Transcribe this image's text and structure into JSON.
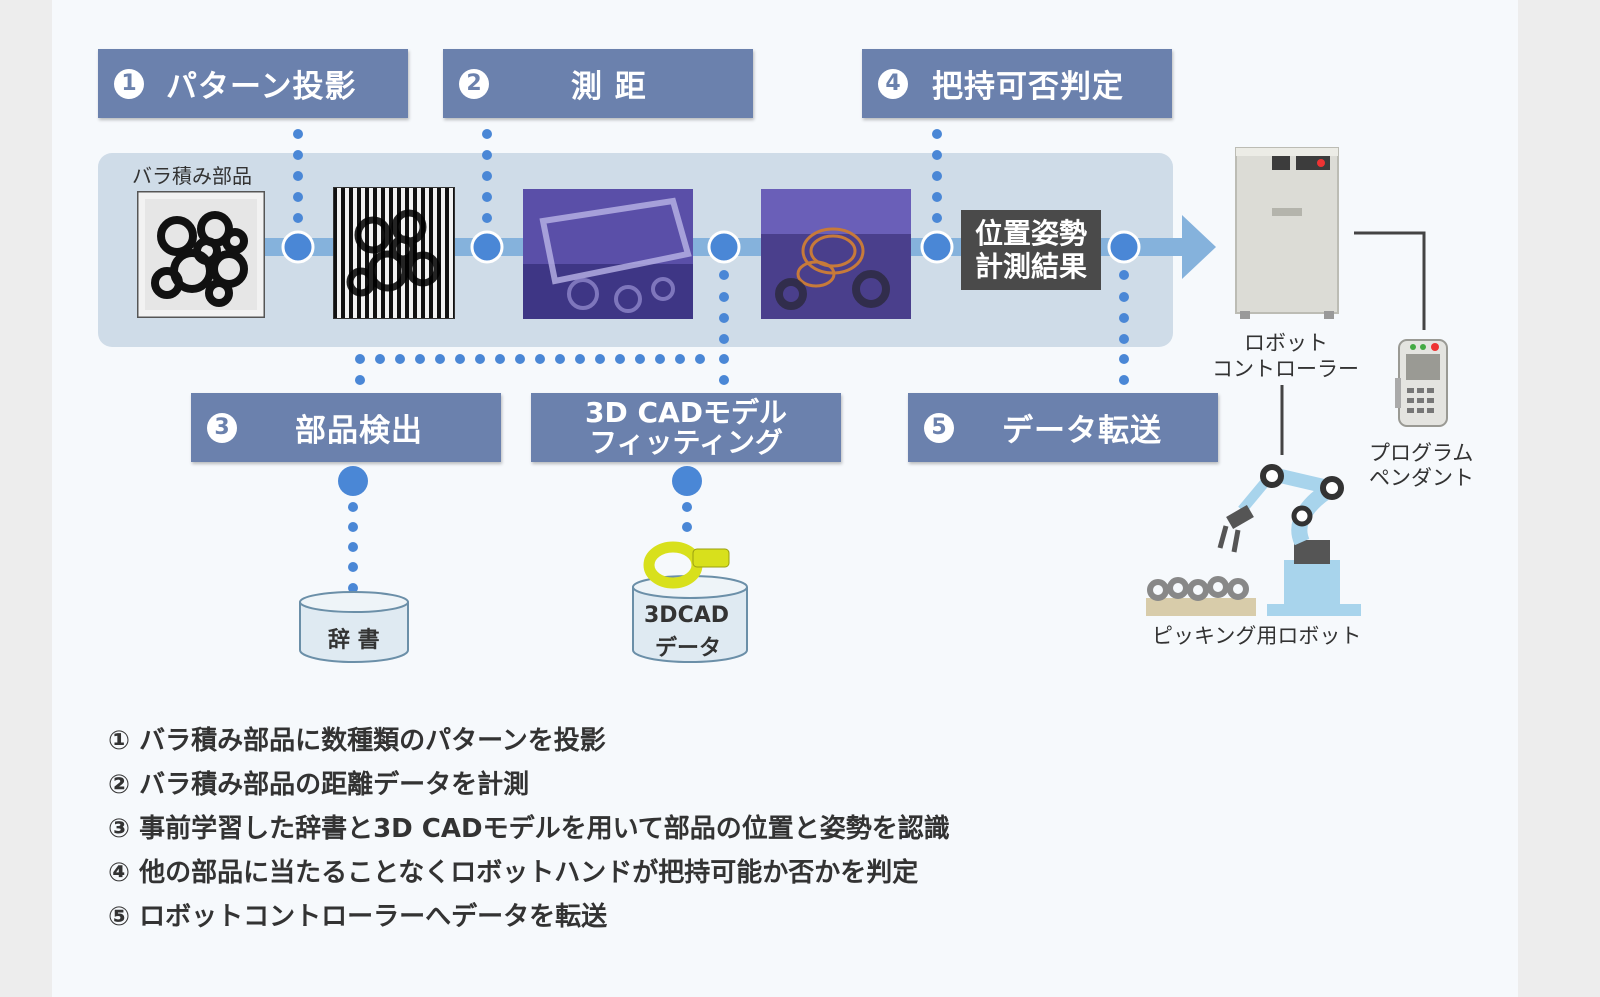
{
  "steps": {
    "s1": {
      "num": "1",
      "label": "パターン投影"
    },
    "s2": {
      "num": "2",
      "label": "測 距"
    },
    "s3": {
      "num": "3",
      "label": "部品検出"
    },
    "s4": {
      "num": "4",
      "label": "把持可否判定"
    },
    "s5": {
      "num": "5",
      "label": "データ転送"
    },
    "fit": {
      "line1": "3D CADモデル",
      "line2": "フィッティング"
    }
  },
  "labels": {
    "bulk_parts": "バラ積み部品",
    "pose_result_line1": "位置姿勢",
    "pose_result_line2": "計測結果",
    "robot_controller_line1": "ロボット",
    "robot_controller_line2": "コントローラー",
    "pendant_line1": "プログラム",
    "pendant_line2": "ペンダント",
    "picking_robot": "ピッキング用ロボット",
    "dictionary": "辞 書",
    "cad_line1": "3DCAD",
    "cad_line2": "データ"
  },
  "descriptions": [
    "① バラ積み部品に数種類のパターンを投影",
    "② バラ積み部品の距離データを計測",
    "③ 事前学習した辞書と3D CADモデルを用いて部品の位置と姿勢を認識",
    "④ 他の部品に当たることなくロボットハンドが把持可能か否かを判定",
    "⑤ ロボットコントローラーへデータを転送"
  ],
  "colors": {
    "step_box": "#6b81ad",
    "panel": "#cfdce8",
    "flow_line": "#85b2dc",
    "node": "#4a87d6",
    "dark_label": "#4a4a4a"
  }
}
